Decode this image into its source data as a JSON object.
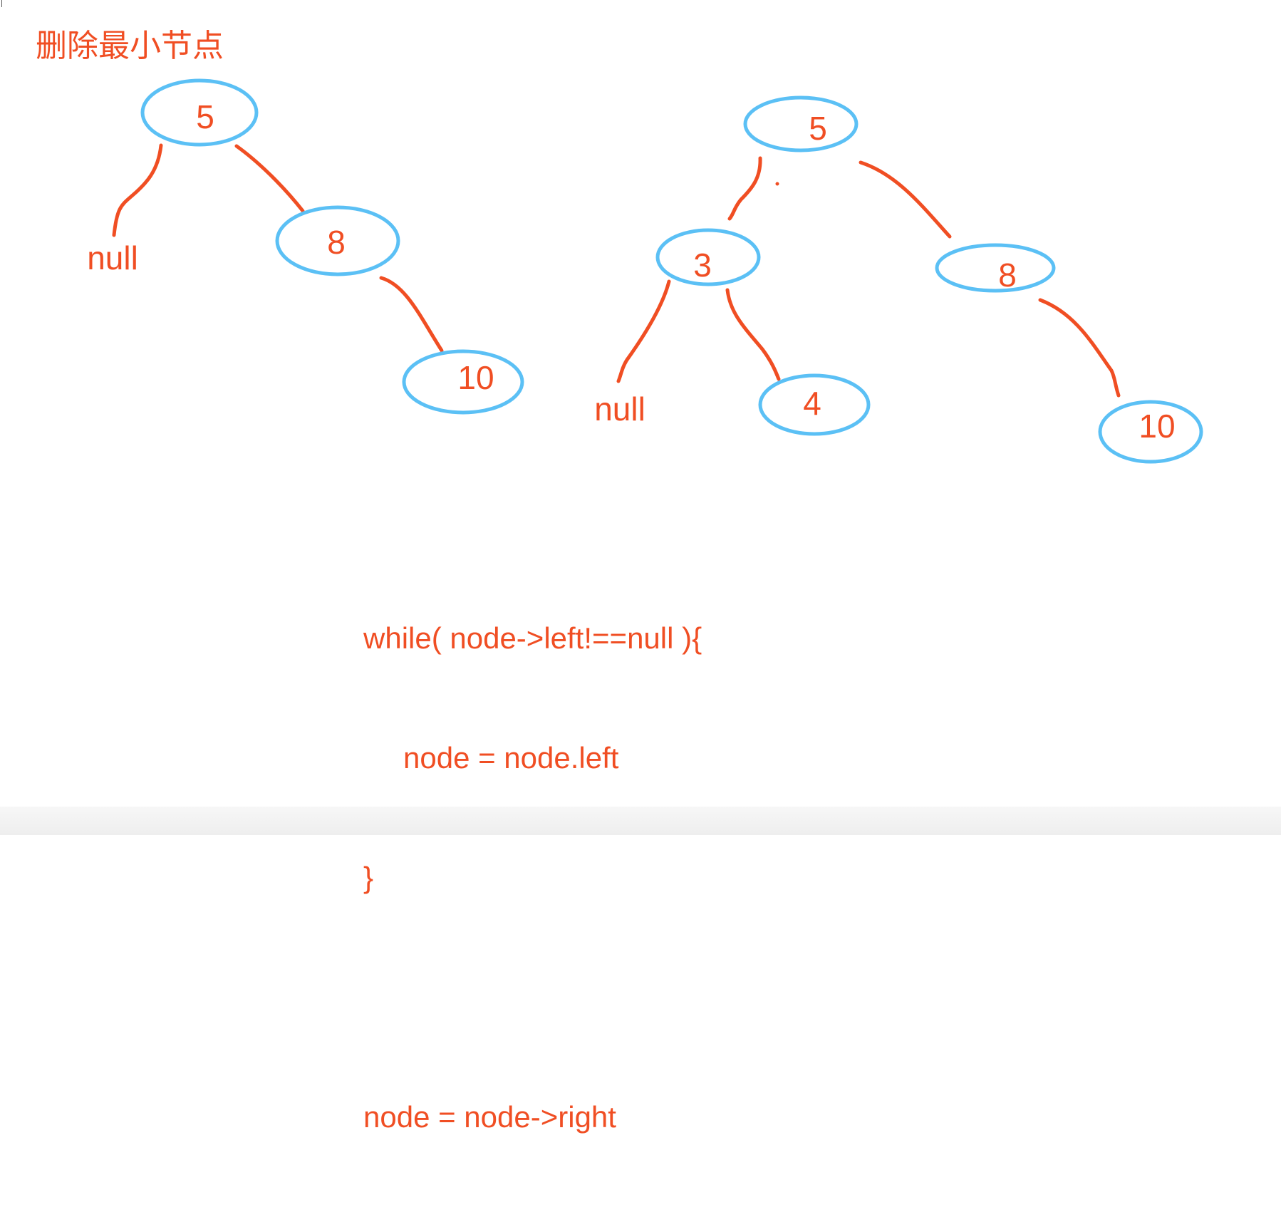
{
  "title": "删除最小节点",
  "colors": {
    "edge": "#f04e23",
    "node_border": "#5bc0f5",
    "text": "#f04e23"
  },
  "tree_left": {
    "nodes": [
      {
        "id": "L5",
        "label": "5"
      },
      {
        "id": "L8",
        "label": "8"
      },
      {
        "id": "L10",
        "label": "10"
      }
    ],
    "null_labels": [
      {
        "id": "Lnull",
        "label": "null"
      }
    ]
  },
  "tree_right": {
    "nodes": [
      {
        "id": "R5",
        "label": "5"
      },
      {
        "id": "R3",
        "label": "3"
      },
      {
        "id": "R8",
        "label": "8"
      },
      {
        "id": "R4",
        "label": "4"
      },
      {
        "id": "R10",
        "label": "10"
      }
    ],
    "null_labels": [
      {
        "id": "Rnull",
        "label": "null"
      }
    ]
  },
  "code": {
    "line1": "while( node->left!==null ){",
    "line2": "node = node.left",
    "line3": "}",
    "line4": "node = node->right"
  }
}
